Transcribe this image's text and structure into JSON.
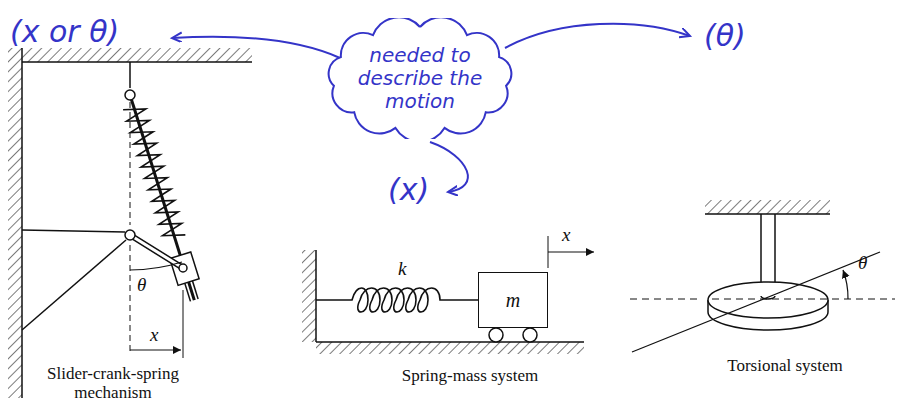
{
  "diagram": {
    "nodes": [
      {
        "text": [
          "needed to describe the motion"
        ]
      },
      {
        "text": [
          "m"
        ]
      }
    ],
    "labels": [
      "(x or θ)",
      "(θ)",
      "(x)",
      "x",
      "θ",
      "Slider-crank-spring mechanism",
      "k",
      "x",
      "Spring-mass system",
      "θ",
      "Torsional system"
    ]
  }
}
